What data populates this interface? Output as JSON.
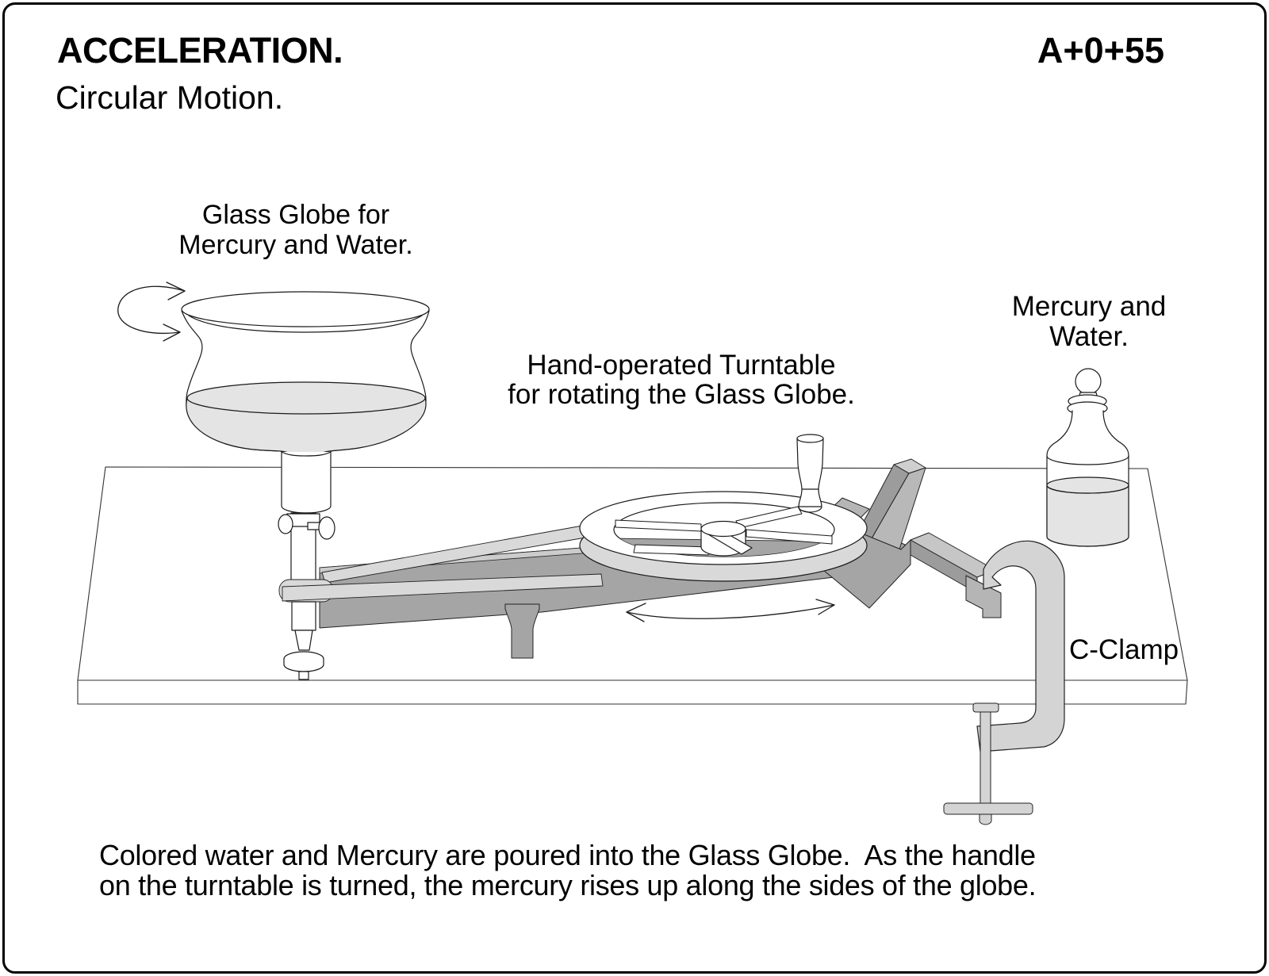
{
  "header": {
    "title": "ACCELERATION.",
    "subtitle": "Circular Motion.",
    "catalog_code": "A+0+55"
  },
  "labels": {
    "globe_line1": "Glass Globe for",
    "globe_line2": "Mercury and Water.",
    "turntable_line1": "Hand-operated Turntable",
    "turntable_line2": "for rotating the Glass Globe.",
    "bottle_line1": "Mercury and",
    "bottle_line2": "Water.",
    "clamp": "C-Clamp"
  },
  "caption": {
    "line1": "Colored water and Mercury are poured into the Glass Globe.  As the handle",
    "line2": "on the turntable is turned, the mercury rises up along the sides of the globe."
  },
  "icons": {
    "globe_rotation_arrow": "curved-double-arrow",
    "turntable_rotation_arrow": "curved-double-arrow"
  },
  "colors": {
    "ink": "#000000",
    "light_gray": "#d9d9d9",
    "mid_gray": "#c2c2c2",
    "dark_gray": "#a5a5a5",
    "liquid_gray": "#e4e4e4",
    "background": "#ffffff"
  }
}
